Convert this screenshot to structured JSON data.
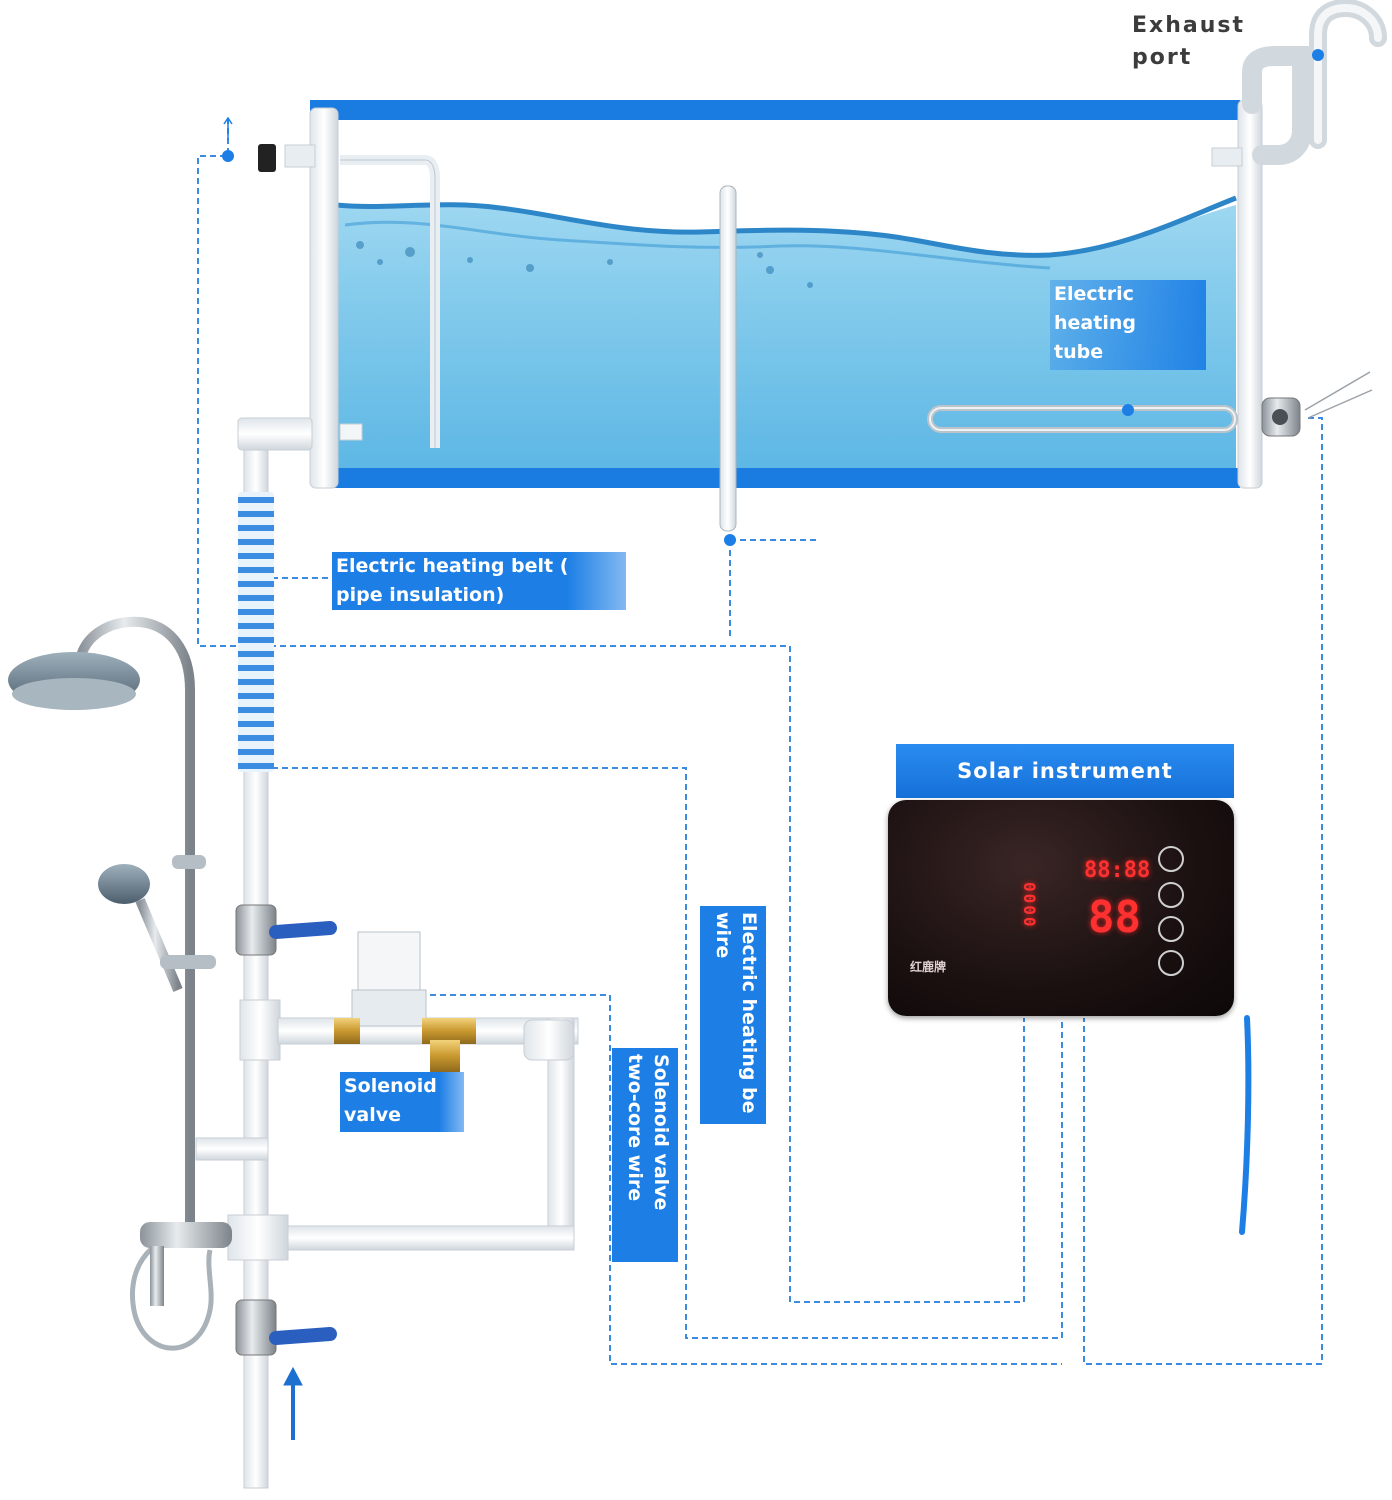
{
  "labels": {
    "exhaust_port": "Exhaust\nport",
    "electric_heating_tube": "Electric\nheating\ntube",
    "electric_heating_belt": "Electric heating belt (\npipe insulation)",
    "solenoid_valve": "Solenoid\nvalve",
    "solenoid_valve_wire": "Solenoid valve\ntwo-core wire",
    "electric_heating_wire": "Electric heating be\nwire",
    "solar_instrument": "Solar instrument"
  },
  "display": {
    "top_digits": "88:88",
    "main_digits": "88",
    "left_digits": "0000",
    "brand": "红鹿牌"
  },
  "colors": {
    "accent_blue": "#1d7fe6",
    "dashed_line": "#3d8be0",
    "water": "#7cc6ea",
    "tank_frame": "#1a7be0",
    "panel_black": "#1a1010",
    "led_red": "#ff3030"
  },
  "icons": {
    "exhaust": "exhaust-pipe-icon",
    "tank": "water-tank-icon",
    "shower": "shower-head-icon",
    "valve": "valve-icon",
    "arrow": "inlet-arrow-icon"
  }
}
